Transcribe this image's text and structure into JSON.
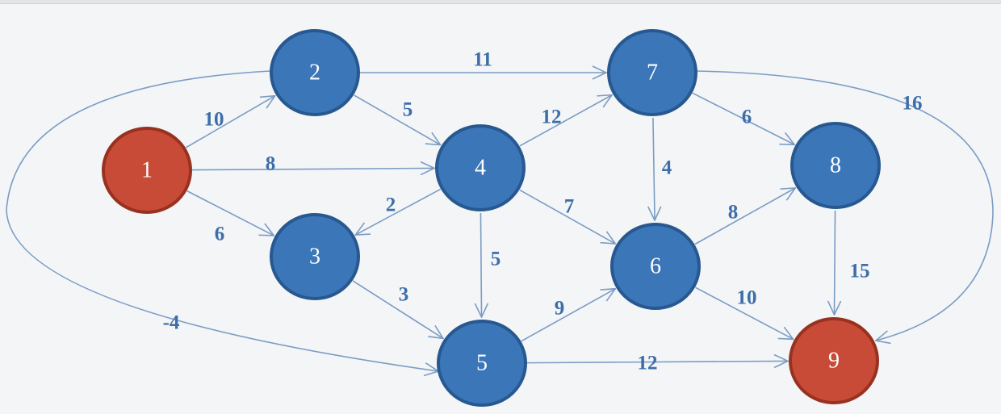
{
  "graph": {
    "colors": {
      "node": "#3b76b9",
      "node_border": "#27588f",
      "special": "#c84b38",
      "special_border": "#98311f",
      "edge": "#7b9cc4",
      "label": "#3d6ea8"
    },
    "nodes": [
      {
        "id": "1",
        "label": "1",
        "special": true
      },
      {
        "id": "2",
        "label": "2",
        "special": false
      },
      {
        "id": "3",
        "label": "3",
        "special": false
      },
      {
        "id": "4",
        "label": "4",
        "special": false
      },
      {
        "id": "5",
        "label": "5",
        "special": false
      },
      {
        "id": "6",
        "label": "6",
        "special": false
      },
      {
        "id": "7",
        "label": "7",
        "special": false
      },
      {
        "id": "8",
        "label": "8",
        "special": false
      },
      {
        "id": "9",
        "label": "9",
        "special": true
      }
    ],
    "edges": [
      {
        "from": "1",
        "to": "2",
        "weight": "10"
      },
      {
        "from": "1",
        "to": "4",
        "weight": "8"
      },
      {
        "from": "1",
        "to": "3",
        "weight": "6"
      },
      {
        "from": "2",
        "to": "7",
        "weight": "11"
      },
      {
        "from": "2",
        "to": "4",
        "weight": "5"
      },
      {
        "from": "2",
        "to": "5",
        "weight": "-4"
      },
      {
        "from": "4",
        "to": "7",
        "weight": "12"
      },
      {
        "from": "4",
        "to": "3",
        "weight": "2"
      },
      {
        "from": "4",
        "to": "5",
        "weight": "5"
      },
      {
        "from": "4",
        "to": "6",
        "weight": "7"
      },
      {
        "from": "3",
        "to": "5",
        "weight": "3"
      },
      {
        "from": "5",
        "to": "6",
        "weight": "9"
      },
      {
        "from": "5",
        "to": "9",
        "weight": "12"
      },
      {
        "from": "7",
        "to": "6",
        "weight": "4"
      },
      {
        "from": "7",
        "to": "8",
        "weight": "6"
      },
      {
        "from": "7",
        "to": "9",
        "weight": "16"
      },
      {
        "from": "6",
        "to": "8",
        "weight": "8"
      },
      {
        "from": "6",
        "to": "9",
        "weight": "10"
      },
      {
        "from": "8",
        "to": "9",
        "weight": "15"
      }
    ]
  }
}
